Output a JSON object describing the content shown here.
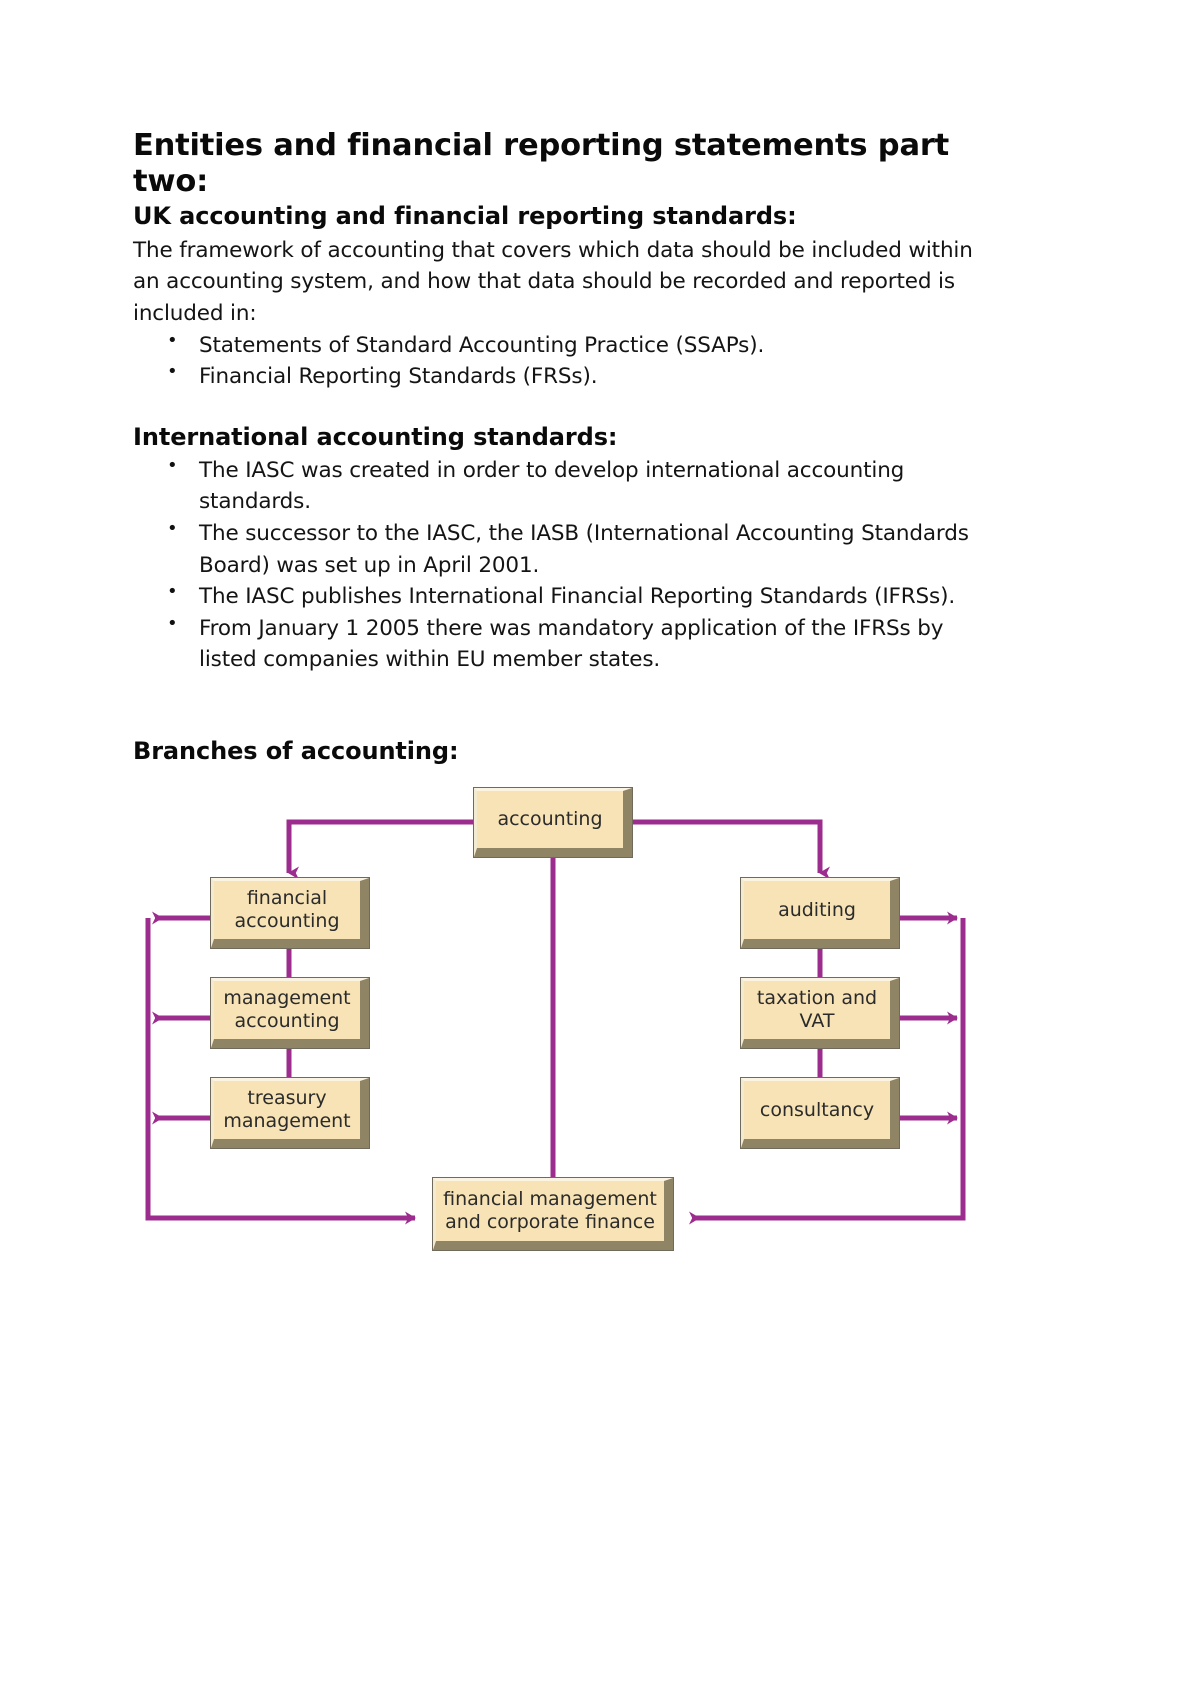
{
  "document": {
    "title": "Entities and financial reporting statements part two:",
    "subtitle": "UK accounting and financial reporting standards:",
    "intro_paragraph": "The framework of accounting that covers which data should be included within an accounting system, and how that data should be recorded and reported is included in:",
    "uk_bullets": [
      "Statements of Standard Accounting Practice (SSAPs).",
      "Financial Reporting Standards (FRSs)."
    ],
    "international_heading": "International accounting standards:",
    "international_bullets": [
      "The IASC was created in order to develop international accounting standards.",
      "The successor to the IASC, the IASB (International Accounting Standards Board) was set up in April 2001.",
      "The IASC publishes International Financial Reporting Standards (IFRSs).",
      "From January 1 2005 there was mandatory application of the IFRSs by listed companies within EU member states."
    ],
    "branches_heading": "Branches of accounting:"
  },
  "diagram": {
    "colors": {
      "connector": "#9c2d8e",
      "node_fill": "#f7e3b5",
      "node_shadow": "#8f8464",
      "node_highlight": "#fcf4e2",
      "node_outline": "#6f6a5c",
      "text": "#2b2b2b"
    },
    "nodes": {
      "root": "accounting",
      "left_branch": [
        "financial accounting",
        "management accounting",
        "treasury management"
      ],
      "right_branch": [
        "auditing",
        "taxation and VAT",
        "consultancy"
      ],
      "bottom": "financial management and corporate finance"
    },
    "node_lines": {
      "root": [
        "accounting"
      ],
      "left_1": [
        "financial",
        "accounting"
      ],
      "left_2": [
        "management",
        "accounting"
      ],
      "left_3": [
        "treasury",
        "management"
      ],
      "right_1": [
        "auditing"
      ],
      "right_2": [
        "taxation and",
        "VAT"
      ],
      "right_3": [
        "consultancy"
      ],
      "bottom": [
        "financial management",
        "and corporate finance"
      ]
    }
  }
}
